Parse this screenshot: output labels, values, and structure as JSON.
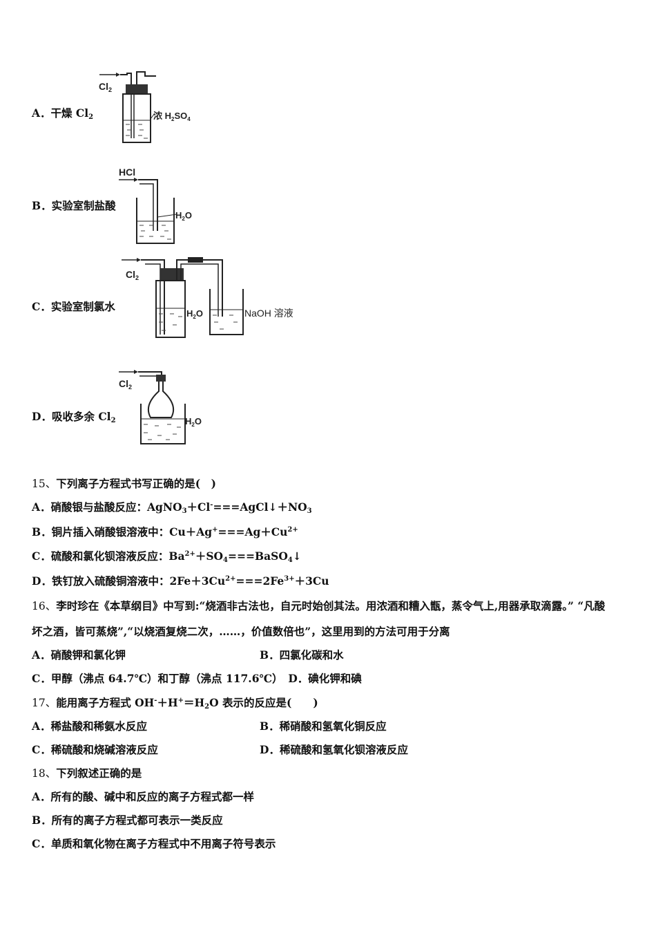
{
  "opt_a": {
    "label": "A．",
    "text": "干燥 Cl",
    "sub": "2"
  },
  "opt_b": {
    "label": "B．",
    "text": "实验室制盐酸"
  },
  "opt_c": {
    "label": "C．",
    "text": "实验室制氯水"
  },
  "opt_d": {
    "label": "D．",
    "text": "吸收多余 Cl",
    "sub": "2"
  },
  "fig_a": {
    "gas": "Cl",
    "gas_sub": "2",
    "reagent": "浓 H",
    "reagent_s1": "2",
    "reagent_m": "SO",
    "reagent_s2": "4"
  },
  "fig_b": {
    "gas": "HCl",
    "liquid": "H",
    "liquid_s": "2",
    "liquid_e": "O"
  },
  "fig_c": {
    "gas": "Cl",
    "gas_sub": "2",
    "liquid": "H",
    "liquid_s": "2",
    "liquid_e": "O",
    "naoh": "NaOH 溶液"
  },
  "fig_d": {
    "gas": "Cl",
    "gas_sub": "2",
    "liquid": "H",
    "liquid_s": "2",
    "liquid_e": "O"
  },
  "q15": {
    "num": "15、",
    "stem": "下列离子方程式书写正确的是(　)",
    "a_label": "A．",
    "a_t1": "硝酸银与盐酸反应：AgNO",
    "a_s1": "3",
    "a_t2": "＋Cl",
    "a_p1": "-",
    "a_t3": "===AgCl↓＋NO",
    "a_p2": "3",
    "b_label": "B．",
    "b_t1": "铜片插入硝酸银溶液中：Cu＋Ag",
    "b_p1": "+",
    "b_t2": "===Ag＋Cu",
    "b_p2": "2+",
    "c_label": "C．",
    "c_t1": "硫酸和氯化钡溶液反应：Ba",
    "c_p1": "2+",
    "c_t2": "＋SO",
    "c_p2": "4",
    "c_t3": "===BaSO",
    "c_s3": "4",
    "c_t4": "↓",
    "d_label": "D．",
    "d_t1": "铁钉放入硫酸铜溶液中：2Fe＋3Cu",
    "d_p1": "2+",
    "d_t2": "===2Fe",
    "d_p2": "3+",
    "d_t3": "＋3Cu"
  },
  "q16": {
    "num": "16、",
    "stem_line1": "李时珍在《本草纲目》中写到:“烧酒非古法也，自元时始创其法。用浓酒和糟入甑，蒸令气上,用器承取滴露。” “凡酸",
    "stem_line2": "坏之酒，皆可蒸烧”,“以烧酒复烧二次，……，价值数倍也”，这里用到的方法可用于分离",
    "a": "A．硝酸钾和氯化钾",
    "b": "B．四氯化碳和水",
    "c": "C．甲醇（沸点 64.7℃）和丁醇（沸点 117.6℃）",
    "d": "D．碘化钾和碘"
  },
  "q17": {
    "num": "17、",
    "stem_t1": "能用离子方程式 OH",
    "stem_p1": "-",
    "stem_t2": "＋H",
    "stem_p2": "+",
    "stem_t3": "＝H",
    "stem_s3": "2",
    "stem_t4": "O 表示的反应是(　　)",
    "a": "A．稀盐酸和稀氨水反应",
    "b": "B．稀硝酸和氢氧化铜反应",
    "c": "C．稀硫酸和烧碱溶液反应",
    "d": "D．稀硫酸和氢氧化钡溶液反应"
  },
  "q18": {
    "num": "18、",
    "stem": "下列叙述正确的是",
    "a": "A．所有的酸、碱中和反应的离子方程式都一样",
    "b": "B．所有的离子方程式都可表示一类反应",
    "c": "C．单质和氧化物在离子方程式中不用离子符号表示"
  }
}
